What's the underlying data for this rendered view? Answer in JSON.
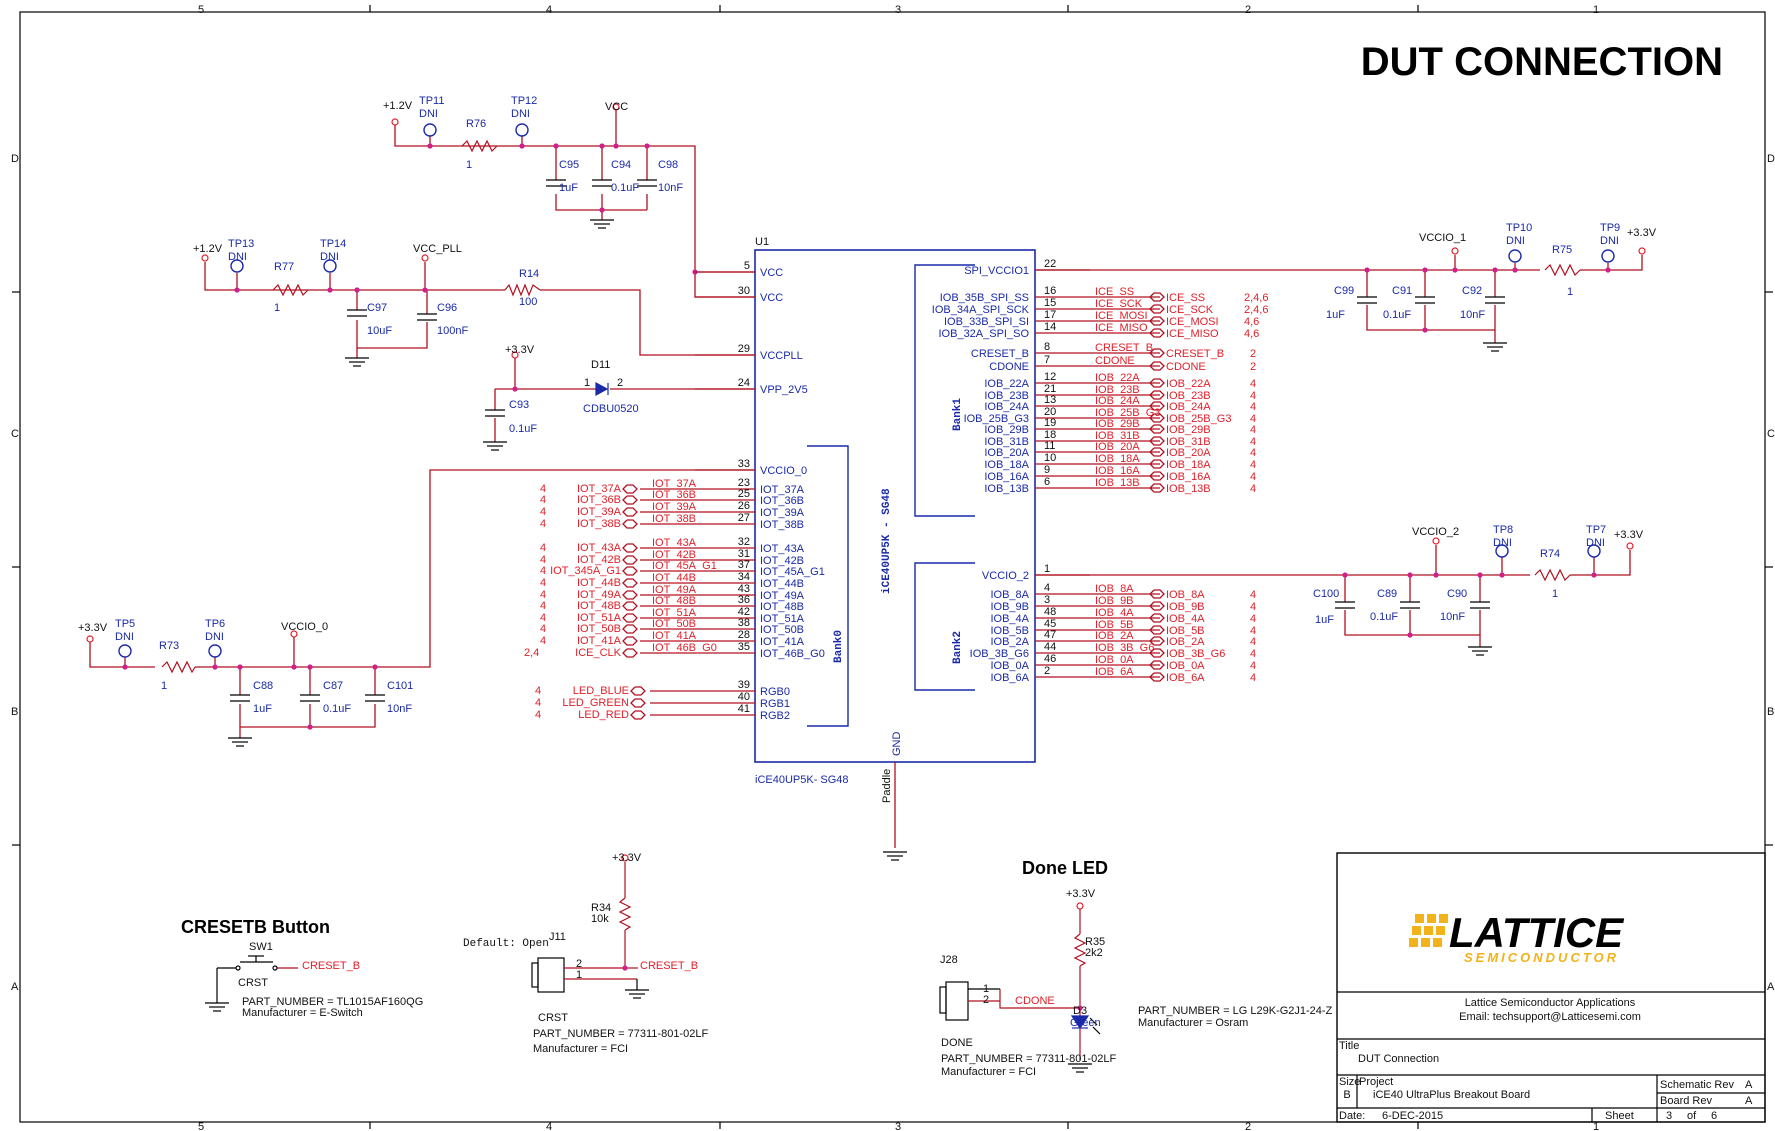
{
  "sheet_title": "DUT CONNECTION",
  "border": {
    "cols_top": [
      "5",
      "4",
      "3",
      "2",
      "1"
    ],
    "cols_bottom": [
      "5",
      "4",
      "3",
      "2",
      "1"
    ],
    "rows_left": [
      "D",
      "C",
      "B",
      "A"
    ],
    "rows_right": [
      "D",
      "C",
      "B",
      "A"
    ]
  },
  "chip": {
    "ref": "U1",
    "name": "iCE40UP5K - SG48",
    "footer": "iCE40UP5K- SG48",
    "bank0": "Bank0",
    "bank1": "Bank1",
    "bank2": "Bank2",
    "gnd": "GND",
    "paddle": "Paddle",
    "left_pins": [
      {
        "num": "5",
        "name": "VCC"
      },
      {
        "num": "30",
        "name": "VCC"
      },
      {
        "num": "29",
        "name": "VCCPLL"
      },
      {
        "num": "24",
        "name": "VPP_2V5"
      },
      {
        "num": "33",
        "name": "VCCIO_0"
      },
      {
        "num": "23",
        "name": "IOT_37A"
      },
      {
        "num": "25",
        "name": "IOT_36B"
      },
      {
        "num": "26",
        "name": "IOT_39A"
      },
      {
        "num": "27",
        "name": "IOT_38B"
      },
      {
        "num": "32",
        "name": "IOT_43A"
      },
      {
        "num": "31",
        "name": "IOT_42B"
      },
      {
        "num": "37",
        "name": "IOT_45A_G1"
      },
      {
        "num": "34",
        "name": "IOT_44B"
      },
      {
        "num": "43",
        "name": "IOT_49A"
      },
      {
        "num": "36",
        "name": "IOT_48B"
      },
      {
        "num": "42",
        "name": "IOT_51A"
      },
      {
        "num": "38",
        "name": "IOT_50B"
      },
      {
        "num": "28",
        "name": "IOT_41A"
      },
      {
        "num": "35",
        "name": "IOT_46B_G0"
      },
      {
        "num": "39",
        "name": "RGB0"
      },
      {
        "num": "40",
        "name": "RGB1"
      },
      {
        "num": "41",
        "name": "RGB2"
      }
    ],
    "right_pins": [
      {
        "num": "22",
        "name": "SPI_VCCIO1"
      },
      {
        "num": "16",
        "name": "IOB_35B_SPI_SS"
      },
      {
        "num": "15",
        "name": "IOB_34A_SPI_SCK"
      },
      {
        "num": "17",
        "name": "IOB_33B_SPI_SI"
      },
      {
        "num": "14",
        "name": "IOB_32A_SPI_SO"
      },
      {
        "num": "8",
        "name": "CRESET_B"
      },
      {
        "num": "7",
        "name": "CDONE"
      },
      {
        "num": "12",
        "name": "IOB_22A"
      },
      {
        "num": "21",
        "name": "IOB_23B"
      },
      {
        "num": "13",
        "name": "IOB_24A"
      },
      {
        "num": "20",
        "name": "IOB_25B_G3"
      },
      {
        "num": "19",
        "name": "IOB_29B"
      },
      {
        "num": "18",
        "name": "IOB_31B"
      },
      {
        "num": "11",
        "name": "IOB_20A"
      },
      {
        "num": "10",
        "name": "IOB_18A"
      },
      {
        "num": "9",
        "name": "IOB_16A"
      },
      {
        "num": "6",
        "name": "IOB_13B"
      },
      {
        "num": "1",
        "name": "VCCIO_2"
      },
      {
        "num": "4",
        "name": "IOB_8A"
      },
      {
        "num": "3",
        "name": "IOB_9B"
      },
      {
        "num": "48",
        "name": "IOB_4A"
      },
      {
        "num": "45",
        "name": "IOB_5B"
      },
      {
        "num": "47",
        "name": "IOB_2A"
      },
      {
        "num": "44",
        "name": "IOB_3B_G6"
      },
      {
        "num": "46",
        "name": "IOB_0A"
      },
      {
        "num": "2",
        "name": "IOB_6A"
      }
    ]
  },
  "left_nets": [
    {
      "net": "IOT_37A",
      "port": "IOT_37A",
      "page": "4"
    },
    {
      "net": "IOT_36B",
      "port": "IOT_36B",
      "page": "4"
    },
    {
      "net": "IOT_39A",
      "port": "IOT_39A",
      "page": "4"
    },
    {
      "net": "IOT_38B",
      "port": "IOT_38B",
      "page": "4"
    },
    {
      "net": "IOT_43A",
      "port": "IOT_43A",
      "page": "4"
    },
    {
      "net": "IOT_42B",
      "port": "IOT_42B",
      "page": "4"
    },
    {
      "net": "IOT_45A_G1",
      "port": "IOT_345A_G1",
      "page": "4"
    },
    {
      "net": "IOT_44B",
      "port": "IOT_44B",
      "page": "4"
    },
    {
      "net": "IOT_49A",
      "port": "IOT_49A",
      "page": "4"
    },
    {
      "net": "IOT_48B",
      "port": "IOT_48B",
      "page": "4"
    },
    {
      "net": "IOT_51A",
      "port": "IOT_51A",
      "page": "4"
    },
    {
      "net": "IOT_50B",
      "port": "IOT_50B",
      "page": "4"
    },
    {
      "net": "IOT_41A",
      "port": "IOT_41A",
      "page": "4"
    },
    {
      "net": "IOT_46B_G0",
      "port": "ICE_CLK",
      "page": "2,4"
    },
    {
      "net": "",
      "port": "LED_BLUE",
      "page": "4"
    },
    {
      "net": "",
      "port": "LED_GREEN",
      "page": "4"
    },
    {
      "net": "",
      "port": "LED_RED",
      "page": "4"
    }
  ],
  "right_nets": [
    {
      "net": "ICE_SS",
      "port": "ICE_SS",
      "page": "2,4,6"
    },
    {
      "net": "ICE_SCK",
      "port": "ICE_SCK",
      "page": "2,4,6"
    },
    {
      "net": "ICE_MOSI",
      "port": "ICE_MOSI",
      "page": "4,6"
    },
    {
      "net": "ICE_MISO",
      "port": "ICE_MISO",
      "page": "4,6"
    },
    {
      "net": "CRESET_B",
      "port": "CRESET_B",
      "page": "2"
    },
    {
      "net": "CDONE",
      "port": "CDONE",
      "page": "2"
    },
    {
      "net": "IOB_22A",
      "port": "IOB_22A",
      "page": "4"
    },
    {
      "net": "IOB_23B",
      "port": "IOB_23B",
      "page": "4"
    },
    {
      "net": "IOB_24A",
      "port": "IOB_24A",
      "page": "4"
    },
    {
      "net": "IOB_25B_G3",
      "port": "IOB_25B_G3",
      "page": "4"
    },
    {
      "net": "IOB_29B",
      "port": "IOB_29B",
      "page": "4"
    },
    {
      "net": "IOB_31B",
      "port": "IOB_31B",
      "page": "4"
    },
    {
      "net": "IOB_20A",
      "port": "IOB_20A",
      "page": "4"
    },
    {
      "net": "IOB_18A",
      "port": "IOB_18A",
      "page": "4"
    },
    {
      "net": "IOB_16A",
      "port": "IOB_16A",
      "page": "4"
    },
    {
      "net": "IOB_13B",
      "port": "IOB_13B",
      "page": "4"
    },
    {
      "net": "IOB_8A",
      "port": "IOB_8A",
      "page": "4"
    },
    {
      "net": "IOB_9B",
      "port": "IOB_9B",
      "page": "4"
    },
    {
      "net": "IOB_4A",
      "port": "IOB_4A",
      "page": "4"
    },
    {
      "net": "IOB_5B",
      "port": "IOB_5B",
      "page": "4"
    },
    {
      "net": "IOB_2A",
      "port": "IOB_2A",
      "page": "4"
    },
    {
      "net": "IOB_3B_G6",
      "port": "IOB_3B_G6",
      "page": "4"
    },
    {
      "net": "IOB_0A",
      "port": "IOB_0A",
      "page": "4"
    },
    {
      "net": "IOB_6A",
      "port": "IOB_6A",
      "page": "4"
    }
  ],
  "labels": {
    "p12v_a": "+1.2V",
    "tp11": "TP11",
    "tp12": "TP12",
    "dni": "DNI",
    "r76": "R76",
    "r76v": "1",
    "vcc": "VCC",
    "c95": "C95",
    "c95v": "1uF",
    "c94": "C94",
    "c94v": "0.1uF",
    "c98": "C98",
    "c98v": "10nF",
    "p12v_b": "+1.2V",
    "tp13": "TP13",
    "tp14": "TP14",
    "r77": "R77",
    "r77v": "1",
    "vcc_pll": "VCC_PLL",
    "c97": "C97",
    "c97v": "10uF",
    "c96": "C96",
    "c96v": "100nF",
    "r14": "R14",
    "r14v": "100",
    "p33_d": "+3.3V",
    "d11": "D11",
    "d11a": "1",
    "d11k": "2",
    "d11v": "CDBU0520",
    "c93": "C93",
    "c93v": "0.1uF",
    "p33_l": "+3.3V",
    "tp5": "TP5",
    "tp6": "TP6",
    "r73": "R73",
    "r73v": "1",
    "vccio0": "VCCIO_0",
    "c88": "C88",
    "c88v": "1uF",
    "c87": "C87",
    "c87v": "0.1uF",
    "c101": "C101",
    "c101v": "10nF",
    "vccio1": "VCCIO_1",
    "tp10": "TP10",
    "tp9": "TP9",
    "p33_r1": "+3.3V",
    "r75": "R75",
    "r75v": "1",
    "c99": "C99",
    "c99v": "1uF",
    "c91": "C91",
    "c91v": "0.1uF",
    "c92": "C92",
    "c92v": "10nF",
    "vccio2": "VCCIO_2",
    "tp8": "TP8",
    "tp7": "TP7",
    "p33_r2": "+3.3V",
    "r74": "R74",
    "r74v": "1",
    "c100": "C100",
    "c100v": "1uF",
    "c89": "C89",
    "c89v": "0.1uF",
    "c90": "C90",
    "c90v": "10nF"
  },
  "creset": {
    "title": "CRESETB Button",
    "sw": "SW1",
    "crst": "CRST",
    "net": "CRESET_B",
    "pn": "PART_NUMBER = TL1015AF160QG",
    "mfr": "Manufacturer = E-Switch"
  },
  "j11": {
    "default": "Default: Open",
    "ref": "J11",
    "pin2": "2",
    "pin1": "1",
    "name": "CRST",
    "net": "CRESET_B",
    "p33": "+3.3V",
    "r34": "R34",
    "r34v": "10k",
    "pn": "PART_NUMBER = 77311-801-02LF",
    "mfr": "Manufacturer = FCI"
  },
  "done": {
    "title": "Done LED",
    "p33": "+3.3V",
    "r35": "R35",
    "r35v": "2k2",
    "j28": "J28",
    "pin1": "1",
    "pin2": "2",
    "net": "CDONE",
    "name": "DONE",
    "d3": "D3",
    "d3c": "Green",
    "led_pn": "PART_NUMBER = LG L29K-G2J1-24-Z",
    "led_mfr": "Manufacturer = Osram",
    "pn": "PART_NUMBER = 77311-801-02LF",
    "mfr": "Manufacturer = FCI"
  },
  "title_block": {
    "logo": "LATTICE",
    "logo_sub": "SEMICONDUCTOR",
    "company": "Lattice Semiconductor Applications",
    "email": "Email: techsupport@Latticesemi.com",
    "title_lbl": "Title",
    "title": "DUT Connection",
    "size_lbl": "Size",
    "size": "B",
    "project_lbl": "Project",
    "project": "iCE40 UltraPlus Breakout Board",
    "sch_rev_lbl": "Schematic Rev",
    "sch_rev": "A",
    "board_rev_lbl": "Board Rev",
    "board_rev": "A",
    "date_lbl": "Date:",
    "date": "6-DEC-2015",
    "sheet_lbl": "Sheet",
    "sheet": "3",
    "of_lbl": "of",
    "of": "6"
  }
}
